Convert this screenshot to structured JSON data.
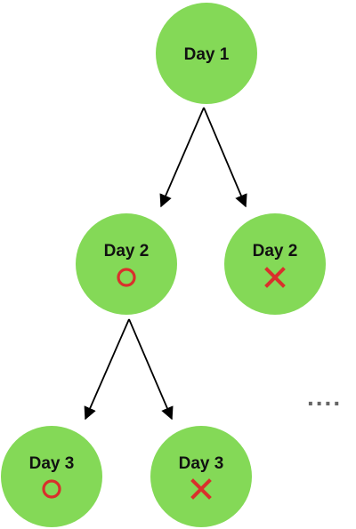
{
  "colors": {
    "node_fill": "#84d957",
    "label_text": "#111111",
    "mark_red": "#d9302c",
    "edge": "#000000",
    "ellipsis": "#666666"
  },
  "nodes": {
    "day1": {
      "label": "Day 1",
      "mark": "none"
    },
    "day2_yes": {
      "label": "Day 2",
      "mark": "circle"
    },
    "day2_no": {
      "label": "Day 2",
      "mark": "cross"
    },
    "day3_yes": {
      "label": "Day 3",
      "mark": "circle"
    },
    "day3_no": {
      "label": "Day 3",
      "mark": "cross"
    }
  },
  "edges": [
    {
      "from": "day1",
      "to": "day2_yes"
    },
    {
      "from": "day1",
      "to": "day2_no"
    },
    {
      "from": "day2_yes",
      "to": "day3_yes"
    },
    {
      "from": "day2_yes",
      "to": "day3_no"
    }
  ],
  "continuation": {
    "text": "...."
  }
}
